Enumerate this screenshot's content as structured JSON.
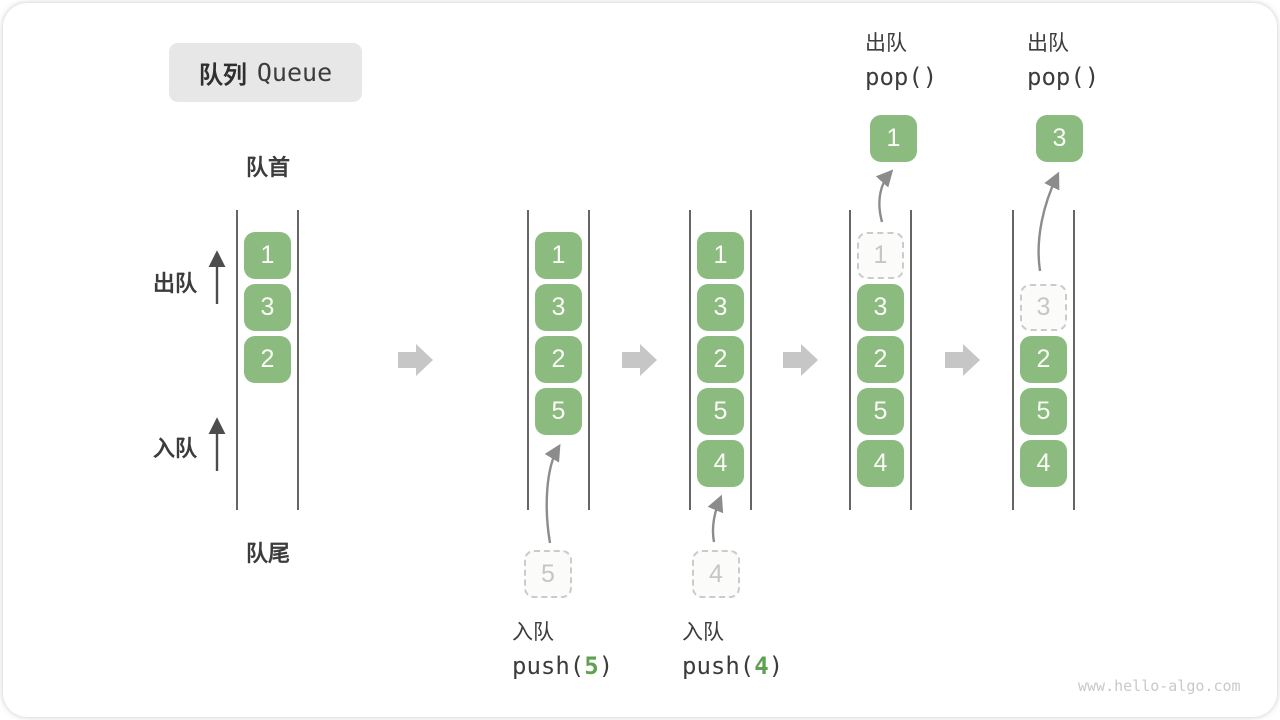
{
  "title": {
    "zh": "队列",
    "en": "Queue"
  },
  "labels": {
    "front": "队首",
    "rear": "队尾",
    "dequeue": "出队",
    "enqueue": "入队"
  },
  "watermark": "www.hello-algo.com",
  "colors": {
    "box_green": "#8CBB80",
    "box_text": "#FBFBF7",
    "dashed_border": "#CBCBCB",
    "dashed_fill": "#FBFBFA",
    "dashed_text": "#C6C6C6",
    "block_arrow": "#C6C6C6",
    "flow_arrow": "#8C8C8C",
    "side_arrow": "#4D4D4D",
    "queue_line": "#3F3F3F",
    "text_dark": "#3C3C3C",
    "accent_green": "#5FA052",
    "title_bg": "#E7E7E7",
    "watermark_gray": "#C9C9C9"
  },
  "states": [
    {
      "slots": [
        {
          "value": "1"
        },
        {
          "value": "3"
        },
        {
          "value": "2"
        }
      ]
    },
    {
      "slots": [
        {
          "value": "1"
        },
        {
          "value": "3"
        },
        {
          "value": "2"
        },
        {
          "value": "5"
        }
      ],
      "pending": {
        "value": "5"
      },
      "op": {
        "action": "入队",
        "fn_open": "push(",
        "arg": "5",
        "fn_close": ")"
      }
    },
    {
      "slots": [
        {
          "value": "1"
        },
        {
          "value": "3"
        },
        {
          "value": "2"
        },
        {
          "value": "5"
        },
        {
          "value": "4"
        }
      ],
      "pending": {
        "value": "4"
      },
      "op": {
        "action": "入队",
        "fn_open": "push(",
        "arg": "4",
        "fn_close": ")"
      }
    },
    {
      "slots": [
        {
          "value": "1",
          "dashed": true
        },
        {
          "value": "3"
        },
        {
          "value": "2"
        },
        {
          "value": "5"
        },
        {
          "value": "4"
        }
      ],
      "popped": {
        "value": "1"
      },
      "op": {
        "action": "出队",
        "fn": "pop()"
      }
    },
    {
      "slots": [
        {
          "value": "3",
          "dashed": true
        },
        {
          "value": "2"
        },
        {
          "value": "5"
        },
        {
          "value": "4"
        }
      ],
      "popped": {
        "value": "3"
      },
      "op": {
        "action": "出队",
        "fn": "pop()"
      }
    }
  ]
}
